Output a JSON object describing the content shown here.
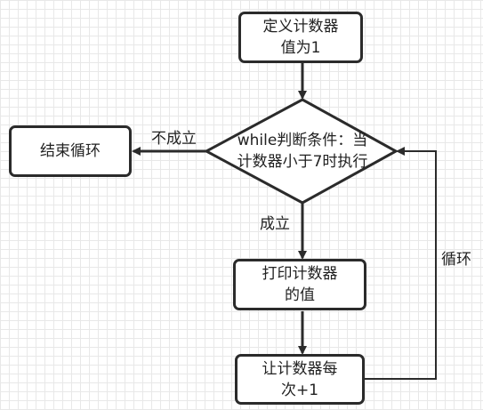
{
  "flowchart": {
    "nodes": {
      "init": {
        "line1": "定义计数器",
        "line2": "值为1"
      },
      "condition": {
        "line1": "while判断条件：当",
        "line2": "计数器小于7时执行"
      },
      "end": {
        "label": "结束循环"
      },
      "print": {
        "line1": "打印计数器",
        "line2": "的值"
      },
      "increment": {
        "line1": "让计数器每",
        "line2": "次+1"
      }
    },
    "edge_labels": {
      "false_branch": "不成立",
      "true_branch": "成立",
      "loop_back": "循环"
    },
    "colors": {
      "stroke": "#2b2b2b",
      "background": "#ffffff",
      "grid": "#e8e8e8"
    }
  }
}
